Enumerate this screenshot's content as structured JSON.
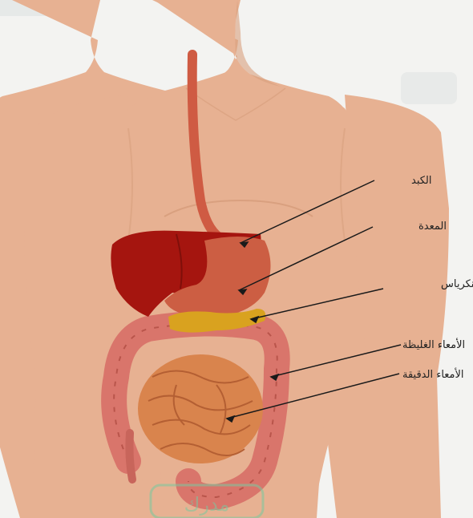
{
  "labels": {
    "liver": "الكبد",
    "stomach": "المعدة",
    "pancreas": "البنكرياس",
    "large_intestine": "الأمعاء الغليظة",
    "small_intestine": "الأمعاء الدقيقة"
  },
  "watermark": "مدرك",
  "colors": {
    "skin": "#e7b192",
    "skin_shadow": "#d9a07f",
    "liver": "#a5150f",
    "stomach": "#cc5e43",
    "pancreas": "#d9a21f",
    "large_intestine": "#d9756b",
    "small_intestine": "#d9844d",
    "esophagus": "#cf5b43",
    "watermark": "#79c9a0"
  }
}
